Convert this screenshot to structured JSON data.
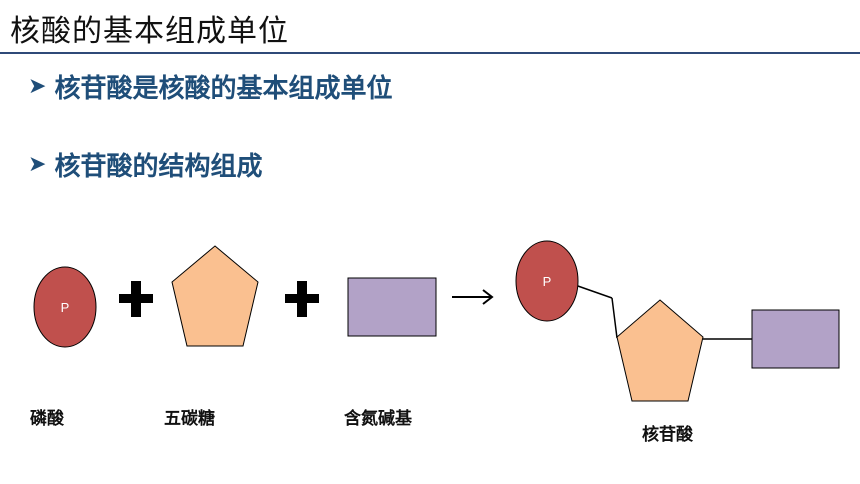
{
  "header": {
    "title": "核酸的基本组成单位"
  },
  "bullets": [
    {
      "icon": "arrow-bullet-icon",
      "text": "核苷酸是核酸的基本组成单位"
    },
    {
      "icon": "arrow-bullet-icon",
      "text": "核苷酸的结构组成"
    }
  ],
  "diagram": {
    "phosphate_symbol": "P",
    "labels": {
      "phosphate": "磷酸",
      "sugar": "五碳糖",
      "base": "含氮碱基",
      "nucleotide": "核苷酸"
    },
    "colors": {
      "phosphate": "#c0504d",
      "sugar": "#fac090",
      "base": "#b2a2c7",
      "outline": "#000000",
      "title_rule": "#2f4a78",
      "bullet_text": "#1f4e79"
    }
  }
}
